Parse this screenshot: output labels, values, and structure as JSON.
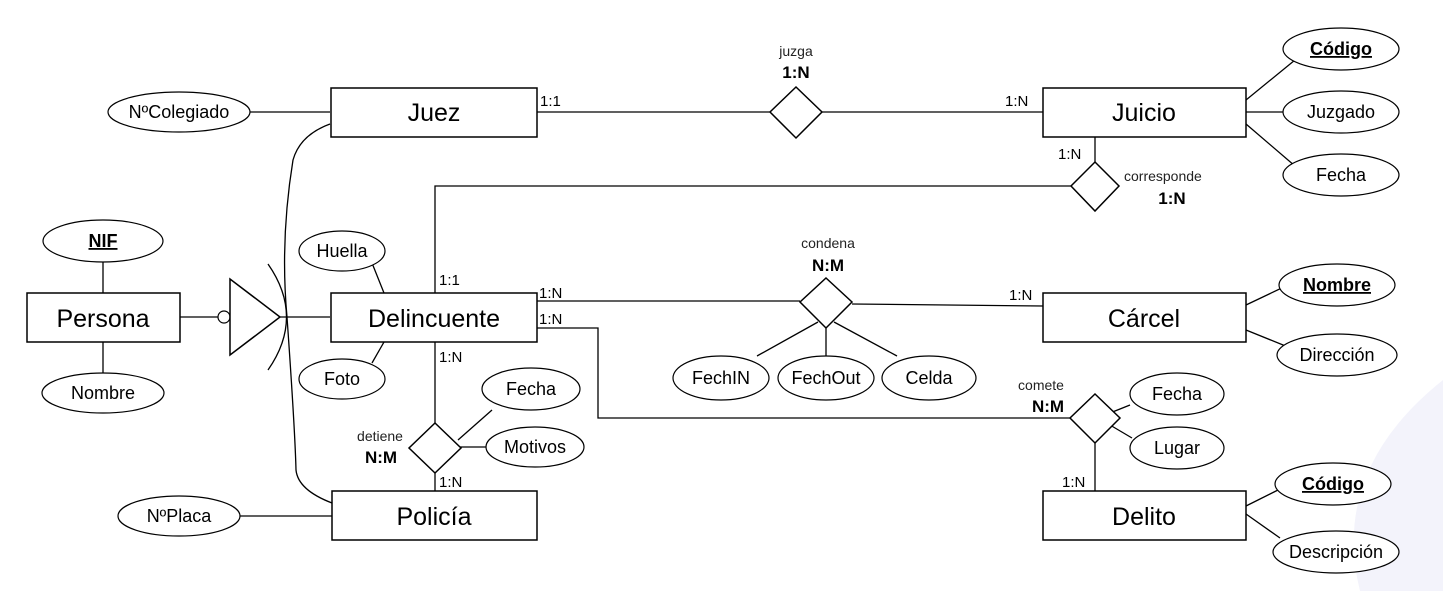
{
  "entities": {
    "juez": "Juez",
    "juicio": "Juicio",
    "persona": "Persona",
    "delincuente": "Delincuente",
    "carcel": "Cárcel",
    "policia": "Policía",
    "delito": "Delito"
  },
  "attributes": {
    "nif": "NIF",
    "persona_nombre": "Nombre",
    "ncolegiado": "NºColegiado",
    "juicio_codigo": "Código",
    "juzgado": "Juzgado",
    "juicio_fecha": "Fecha",
    "huella": "Huella",
    "foto": "Foto",
    "carcel_nombre": "Nombre",
    "direccion": "Dirección",
    "fechin": "FechIN",
    "fechout": "FechOut",
    "celda": "Celda",
    "detiene_fecha": "Fecha",
    "motivos": "Motivos",
    "comete_fecha": "Fecha",
    "lugar": "Lugar",
    "delito_codigo": "Código",
    "descripcion": "Descripción",
    "nplaca": "NºPlaca"
  },
  "relationships": {
    "juzga": {
      "name": "juzga",
      "cardinality": "1:N"
    },
    "corresponde": {
      "name": "corresponde",
      "cardinality": "1:N"
    },
    "condena": {
      "name": "condena",
      "cardinality": "N:M"
    },
    "detiene": {
      "name": "detiene",
      "cardinality": "N:M"
    },
    "comete": {
      "name": "comete",
      "cardinality": "N:M"
    }
  },
  "cardinalities": {
    "juez_juzga": "1:1",
    "juicio_juzga": "1:N",
    "juicio_corresponde": "1:N",
    "delincuente_corresponde": "1:1",
    "delincuente_condena": "1:N",
    "carcel_condena": "1:N",
    "delincuente_comete": "1:N",
    "delincuente_detiene": "1:N",
    "policia_detiene": "1:N",
    "delito_comete": "1:N"
  }
}
